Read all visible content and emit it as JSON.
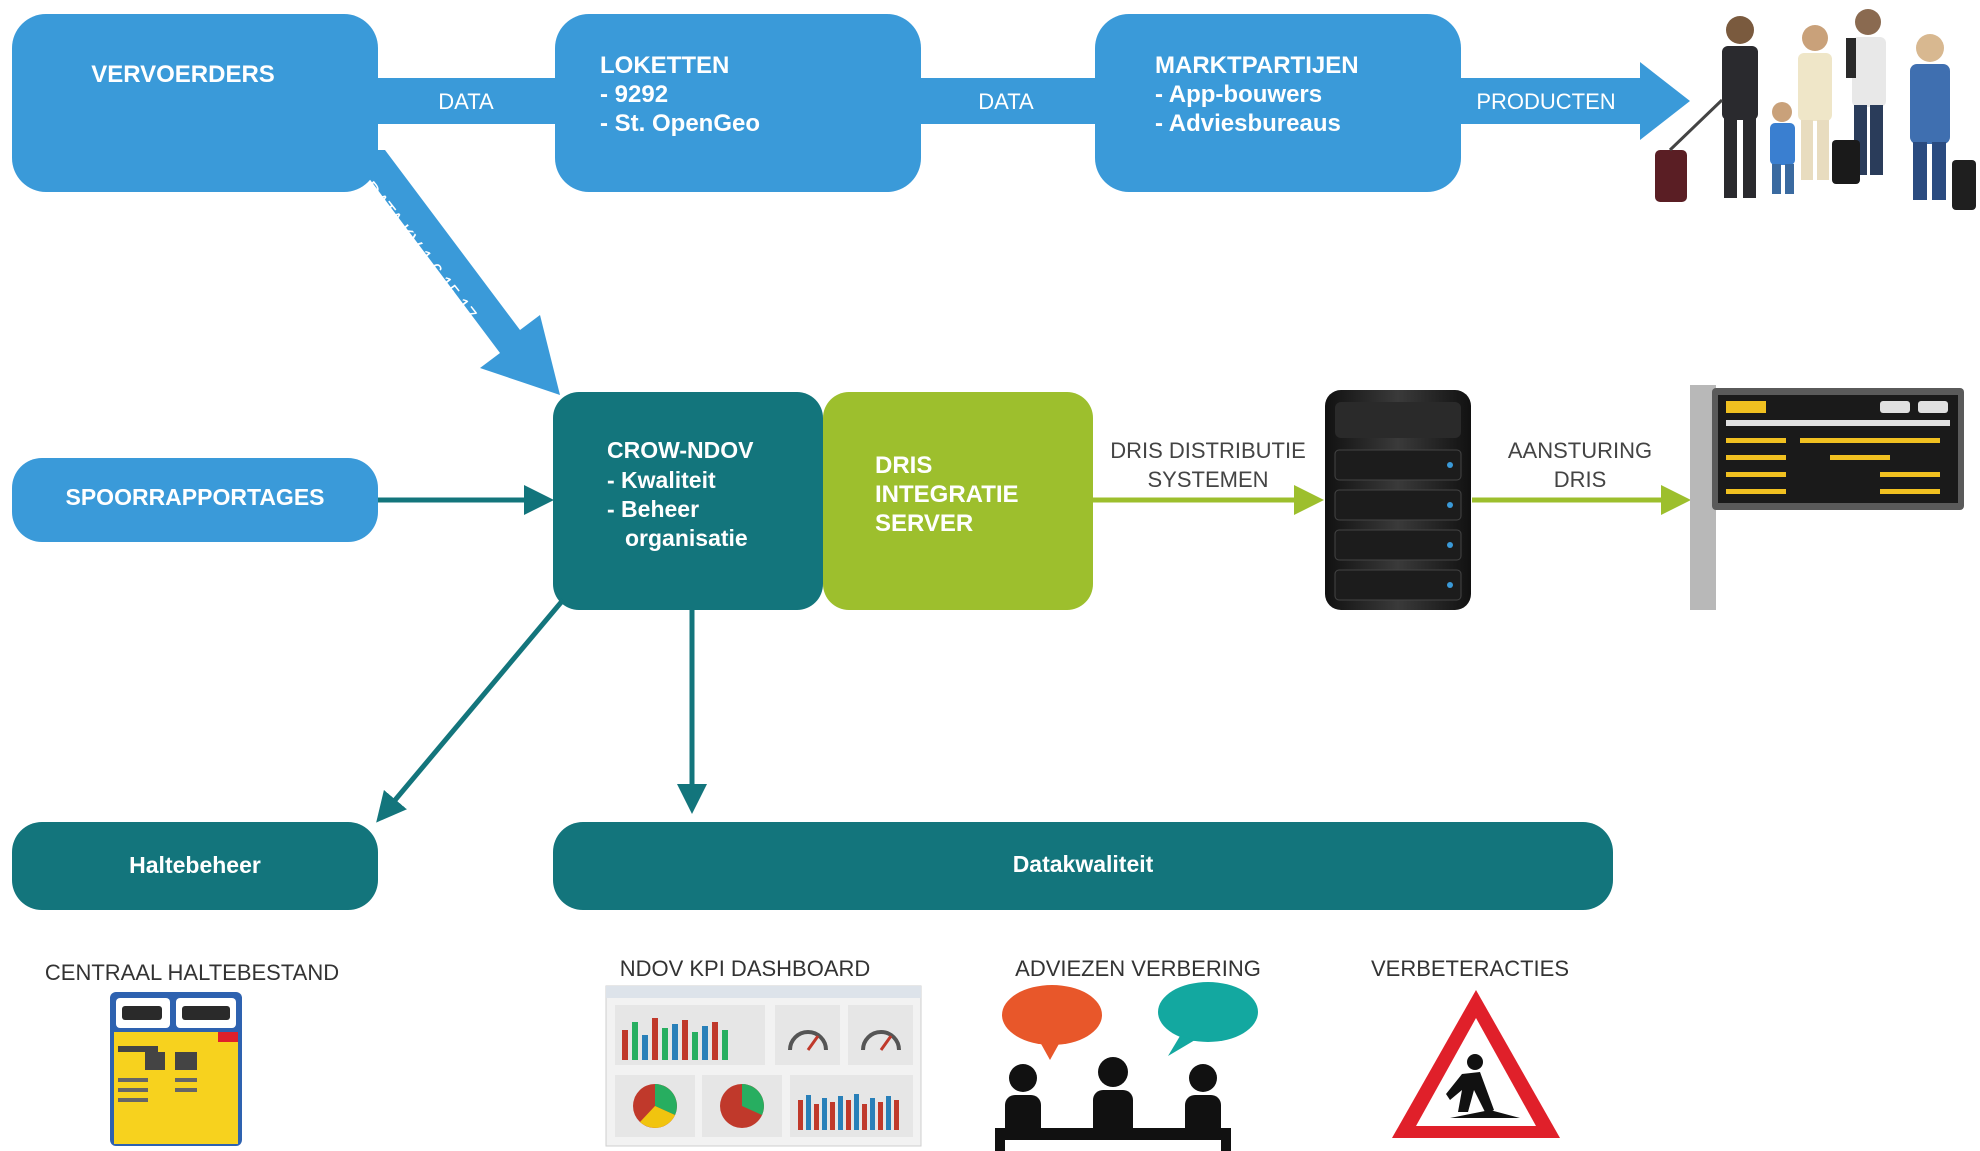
{
  "colors": {
    "blue": "#3a9ad9",
    "teal": "#13757c",
    "green": "#9dbf2d",
    "white": "#ffffff",
    "orange": "#e8572a",
    "red": "#e0202a"
  },
  "nodes": {
    "vervoerders": {
      "lines": [
        "VERVOERDERS"
      ]
    },
    "loketten": {
      "lines": [
        "LOKETTEN",
        "- 9292",
        "- St. OpenGeo"
      ]
    },
    "marktpartijen": {
      "lines": [
        "MARKTPARTIJEN",
        "- App-bouwers",
        "- Adviesbureaus"
      ]
    },
    "spoorrapportages": {
      "lines": [
        "SPOORRAPPORTAGES"
      ]
    },
    "crow_ndov": {
      "lines": [
        "CROW-NDOV",
        "- Kwaliteit",
        "- Beheer",
        "organisatie"
      ]
    },
    "dris_server": {
      "lines": [
        "DRIS",
        "INTEGRATIE",
        "SERVER"
      ]
    },
    "haltebeheer": {
      "lines": [
        "Haltebeheer"
      ]
    },
    "datakwaliteit": {
      "lines": [
        "Datakwaliteit"
      ]
    }
  },
  "edges": {
    "vervoerders_loketten": "DATA",
    "loketten_markt": "DATA",
    "markt_producten": "PRODUCTEN",
    "vervoerders_crow": "DATA KV 1,6,15,17",
    "dris_distributie": [
      "DRIS DISTRIBUTIE",
      "SYSTEMEN"
    ],
    "aansturing": [
      "AANSTURING",
      "DRIS"
    ]
  },
  "captions": {
    "centraal": "CENTRAAL HALTEBESTAND",
    "kpi": "NDOV KPI DASHBOARD",
    "adviezen": "ADVIEZEN VERBERING",
    "verbeteracties": "VERBETERACTIES"
  },
  "icons": {
    "travellers": "travellers-illustration",
    "server": "server-icon",
    "display": "departure-display-icon",
    "halte_sign": "bus-stop-sign-icon",
    "dashboard": "dashboard-screenshot",
    "meeting": "meeting-people-icon",
    "roadworks": "roadworks-warning-icon"
  }
}
